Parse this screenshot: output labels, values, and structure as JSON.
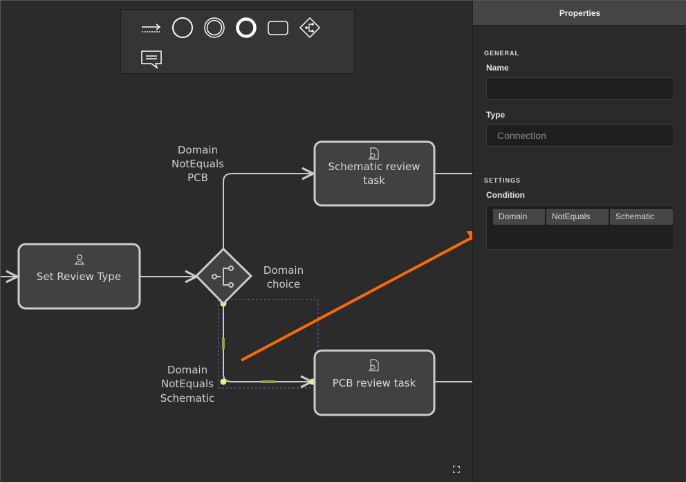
{
  "palette": {
    "tools": [
      "connection-tool",
      "start-event-tool",
      "intermediate-event-tool",
      "end-event-tool",
      "task-tool",
      "gateway-tool",
      "annotation-tool"
    ]
  },
  "diagram": {
    "nodes": {
      "set_review_type": "Set Review Type",
      "schematic_review": [
        "Schematic review",
        "task"
      ],
      "pcb_review": "PCB review task",
      "gateway": [
        "Domain",
        "choice"
      ]
    },
    "edges": {
      "to_schematic": [
        "Domain",
        "NotEquals",
        "PCB"
      ],
      "to_pcb": [
        "Domain",
        "NotEquals",
        "Schematic"
      ]
    }
  },
  "properties": {
    "title": "Properties",
    "general": "GENERAL",
    "name_label": "Name",
    "name_value": "",
    "type_label": "Type",
    "type_value": "Connection",
    "settings": "SETTINGS",
    "condition_label": "Condition",
    "condition": [
      "Domain",
      "NotEquals",
      "Schematic"
    ]
  },
  "colors": {
    "accent": "#ff6a00",
    "selection": "#e8e87a"
  }
}
